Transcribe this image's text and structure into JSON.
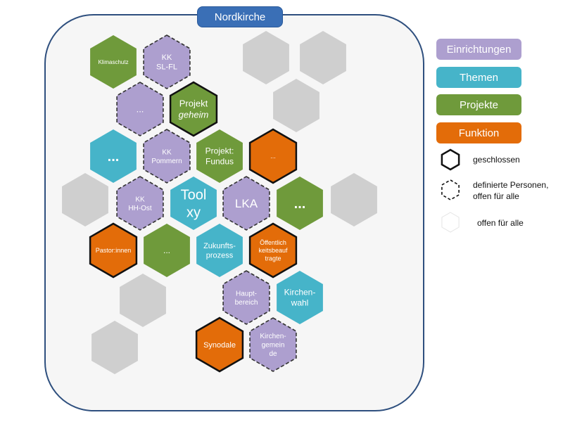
{
  "title": "Nordkirche",
  "colors": {
    "einrichtungen": "#ad9fcf",
    "themen": "#46b4c9",
    "projekte": "#6f9a3b",
    "funktion": "#e36c09",
    "grey": "#cfcfcf",
    "panel_border": "#2e4f7e",
    "title_bg": "#3a6fb6"
  },
  "legend": {
    "categories": [
      {
        "label": "Einrichtungen",
        "color": "#ad9fcf"
      },
      {
        "label": "Themen",
        "color": "#46b4c9"
      },
      {
        "label": "Projekte",
        "color": "#6f9a3b"
      },
      {
        "label": "Funktion",
        "color": "#e36c09"
      }
    ],
    "borders": [
      {
        "style": "solid",
        "label": "geschlossen"
      },
      {
        "style": "dashed",
        "label": "definierte Personen, offen für alle"
      },
      {
        "style": "none",
        "label": "offen für alle"
      }
    ]
  },
  "hexagons": [
    {
      "id": "klimaschutz",
      "lines": [
        "Klimaschutz"
      ],
      "category": "projekte",
      "border": "none"
    },
    {
      "id": "kk-sl-fl",
      "lines": [
        "KK",
        "SL-FL"
      ],
      "category": "einrichtungen",
      "border": "dashed"
    },
    {
      "id": "ellipsis-1",
      "lines": [
        "..."
      ],
      "category": "einrichtungen",
      "border": "dashed"
    },
    {
      "id": "projekt-geheim",
      "lines": [
        "Projekt",
        "geheim"
      ],
      "category": "projekte",
      "border": "solid",
      "italic_line": 1
    },
    {
      "id": "ellipsis-2",
      "lines": [
        "..."
      ],
      "category": "themen",
      "border": "none"
    },
    {
      "id": "kk-pommern",
      "lines": [
        "KK",
        "Pommern"
      ],
      "category": "einrichtungen",
      "border": "dashed"
    },
    {
      "id": "projekt-fundus",
      "lines": [
        "Projekt:",
        "Fundus"
      ],
      "category": "projekte",
      "border": "none"
    },
    {
      "id": "ellipsis-3",
      "lines": [
        "..."
      ],
      "category": "funktion",
      "border": "solid"
    },
    {
      "id": "kk-hh-ost",
      "lines": [
        "KK",
        "HH-Ost"
      ],
      "category": "einrichtungen",
      "border": "dashed"
    },
    {
      "id": "toolxy",
      "lines": [
        "Tool",
        "xy"
      ],
      "category": "themen",
      "border": "none"
    },
    {
      "id": "lka",
      "lines": [
        "LKA"
      ],
      "category": "einrichtungen",
      "border": "dashed"
    },
    {
      "id": "ellipsis-4",
      "lines": [
        "..."
      ],
      "category": "projekte",
      "border": "none"
    },
    {
      "id": "pastorinnen",
      "lines": [
        "Pastor:innen"
      ],
      "category": "funktion",
      "border": "solid"
    },
    {
      "id": "ellipsis-5",
      "lines": [
        "..."
      ],
      "category": "projekte",
      "border": "none"
    },
    {
      "id": "zukunftsprozess",
      "lines": [
        "Zukunfts-",
        "prozess"
      ],
      "category": "themen",
      "border": "none"
    },
    {
      "id": "oeffentlichkeit",
      "lines": [
        "Öffentlich",
        "keitsbeauf",
        "tragte"
      ],
      "category": "funktion",
      "border": "solid"
    },
    {
      "id": "hauptbereich",
      "lines": [
        "Haupt-",
        "bereich"
      ],
      "category": "einrichtungen",
      "border": "dashed"
    },
    {
      "id": "kirchenwahl",
      "lines": [
        "Kirchen-",
        "wahl"
      ],
      "category": "themen",
      "border": "none"
    },
    {
      "id": "synodale",
      "lines": [
        "Synodale"
      ],
      "category": "funktion",
      "border": "solid"
    },
    {
      "id": "kirchengemeinde",
      "lines": [
        "Kirchen-",
        "gemein",
        "de"
      ],
      "category": "einrichtungen",
      "border": "dashed"
    },
    {
      "id": "grey-1",
      "lines": [],
      "category": "grey",
      "border": "none"
    },
    {
      "id": "grey-2",
      "lines": [],
      "category": "grey",
      "border": "none"
    },
    {
      "id": "grey-3",
      "lines": [],
      "category": "grey",
      "border": "none"
    },
    {
      "id": "grey-4",
      "lines": [],
      "category": "grey",
      "border": "none"
    },
    {
      "id": "grey-5",
      "lines": [],
      "category": "grey",
      "border": "none"
    },
    {
      "id": "grey-6",
      "lines": [],
      "category": "grey",
      "border": "none"
    },
    {
      "id": "grey-7",
      "lines": [],
      "category": "grey",
      "border": "none"
    }
  ]
}
